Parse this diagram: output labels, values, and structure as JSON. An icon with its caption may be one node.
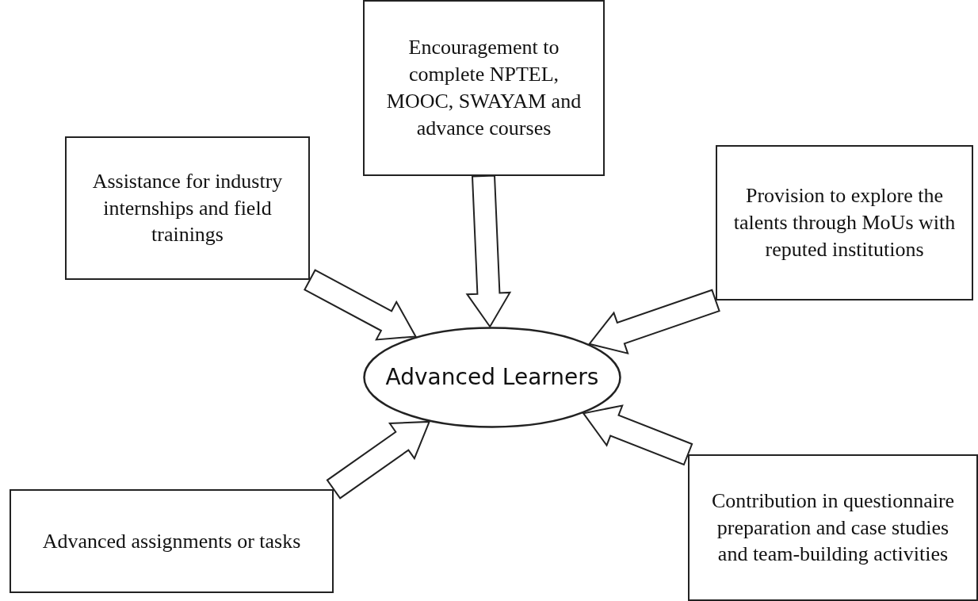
{
  "diagram": {
    "nodes": [
      {
        "text": [
          "Advanced Learners"
        ]
      },
      {
        "text": [
          "Encouragement to complete NPTEL, MOOC, SWAYAM and advance courses"
        ]
      },
      {
        "text": [
          "Assistance for industry internships and field trainings"
        ]
      },
      {
        "text": [
          "Provision to explore the talents through MoUs with reputed institutions"
        ]
      },
      {
        "text": [
          "Advanced assignments or tasks"
        ]
      },
      {
        "text": [
          "Contribution in questionnaire preparation and case studies and team-building activities"
        ]
      }
    ],
    "edges": [
      {
        "from": 1,
        "to": 0,
        "arrow": "to"
      },
      {
        "from": 2,
        "to": 0,
        "arrow": "to"
      },
      {
        "from": 3,
        "to": 0,
        "arrow": "to"
      },
      {
        "from": 4,
        "to": 0,
        "arrow": "to"
      },
      {
        "from": 5,
        "to": 0,
        "arrow": "to"
      }
    ]
  }
}
